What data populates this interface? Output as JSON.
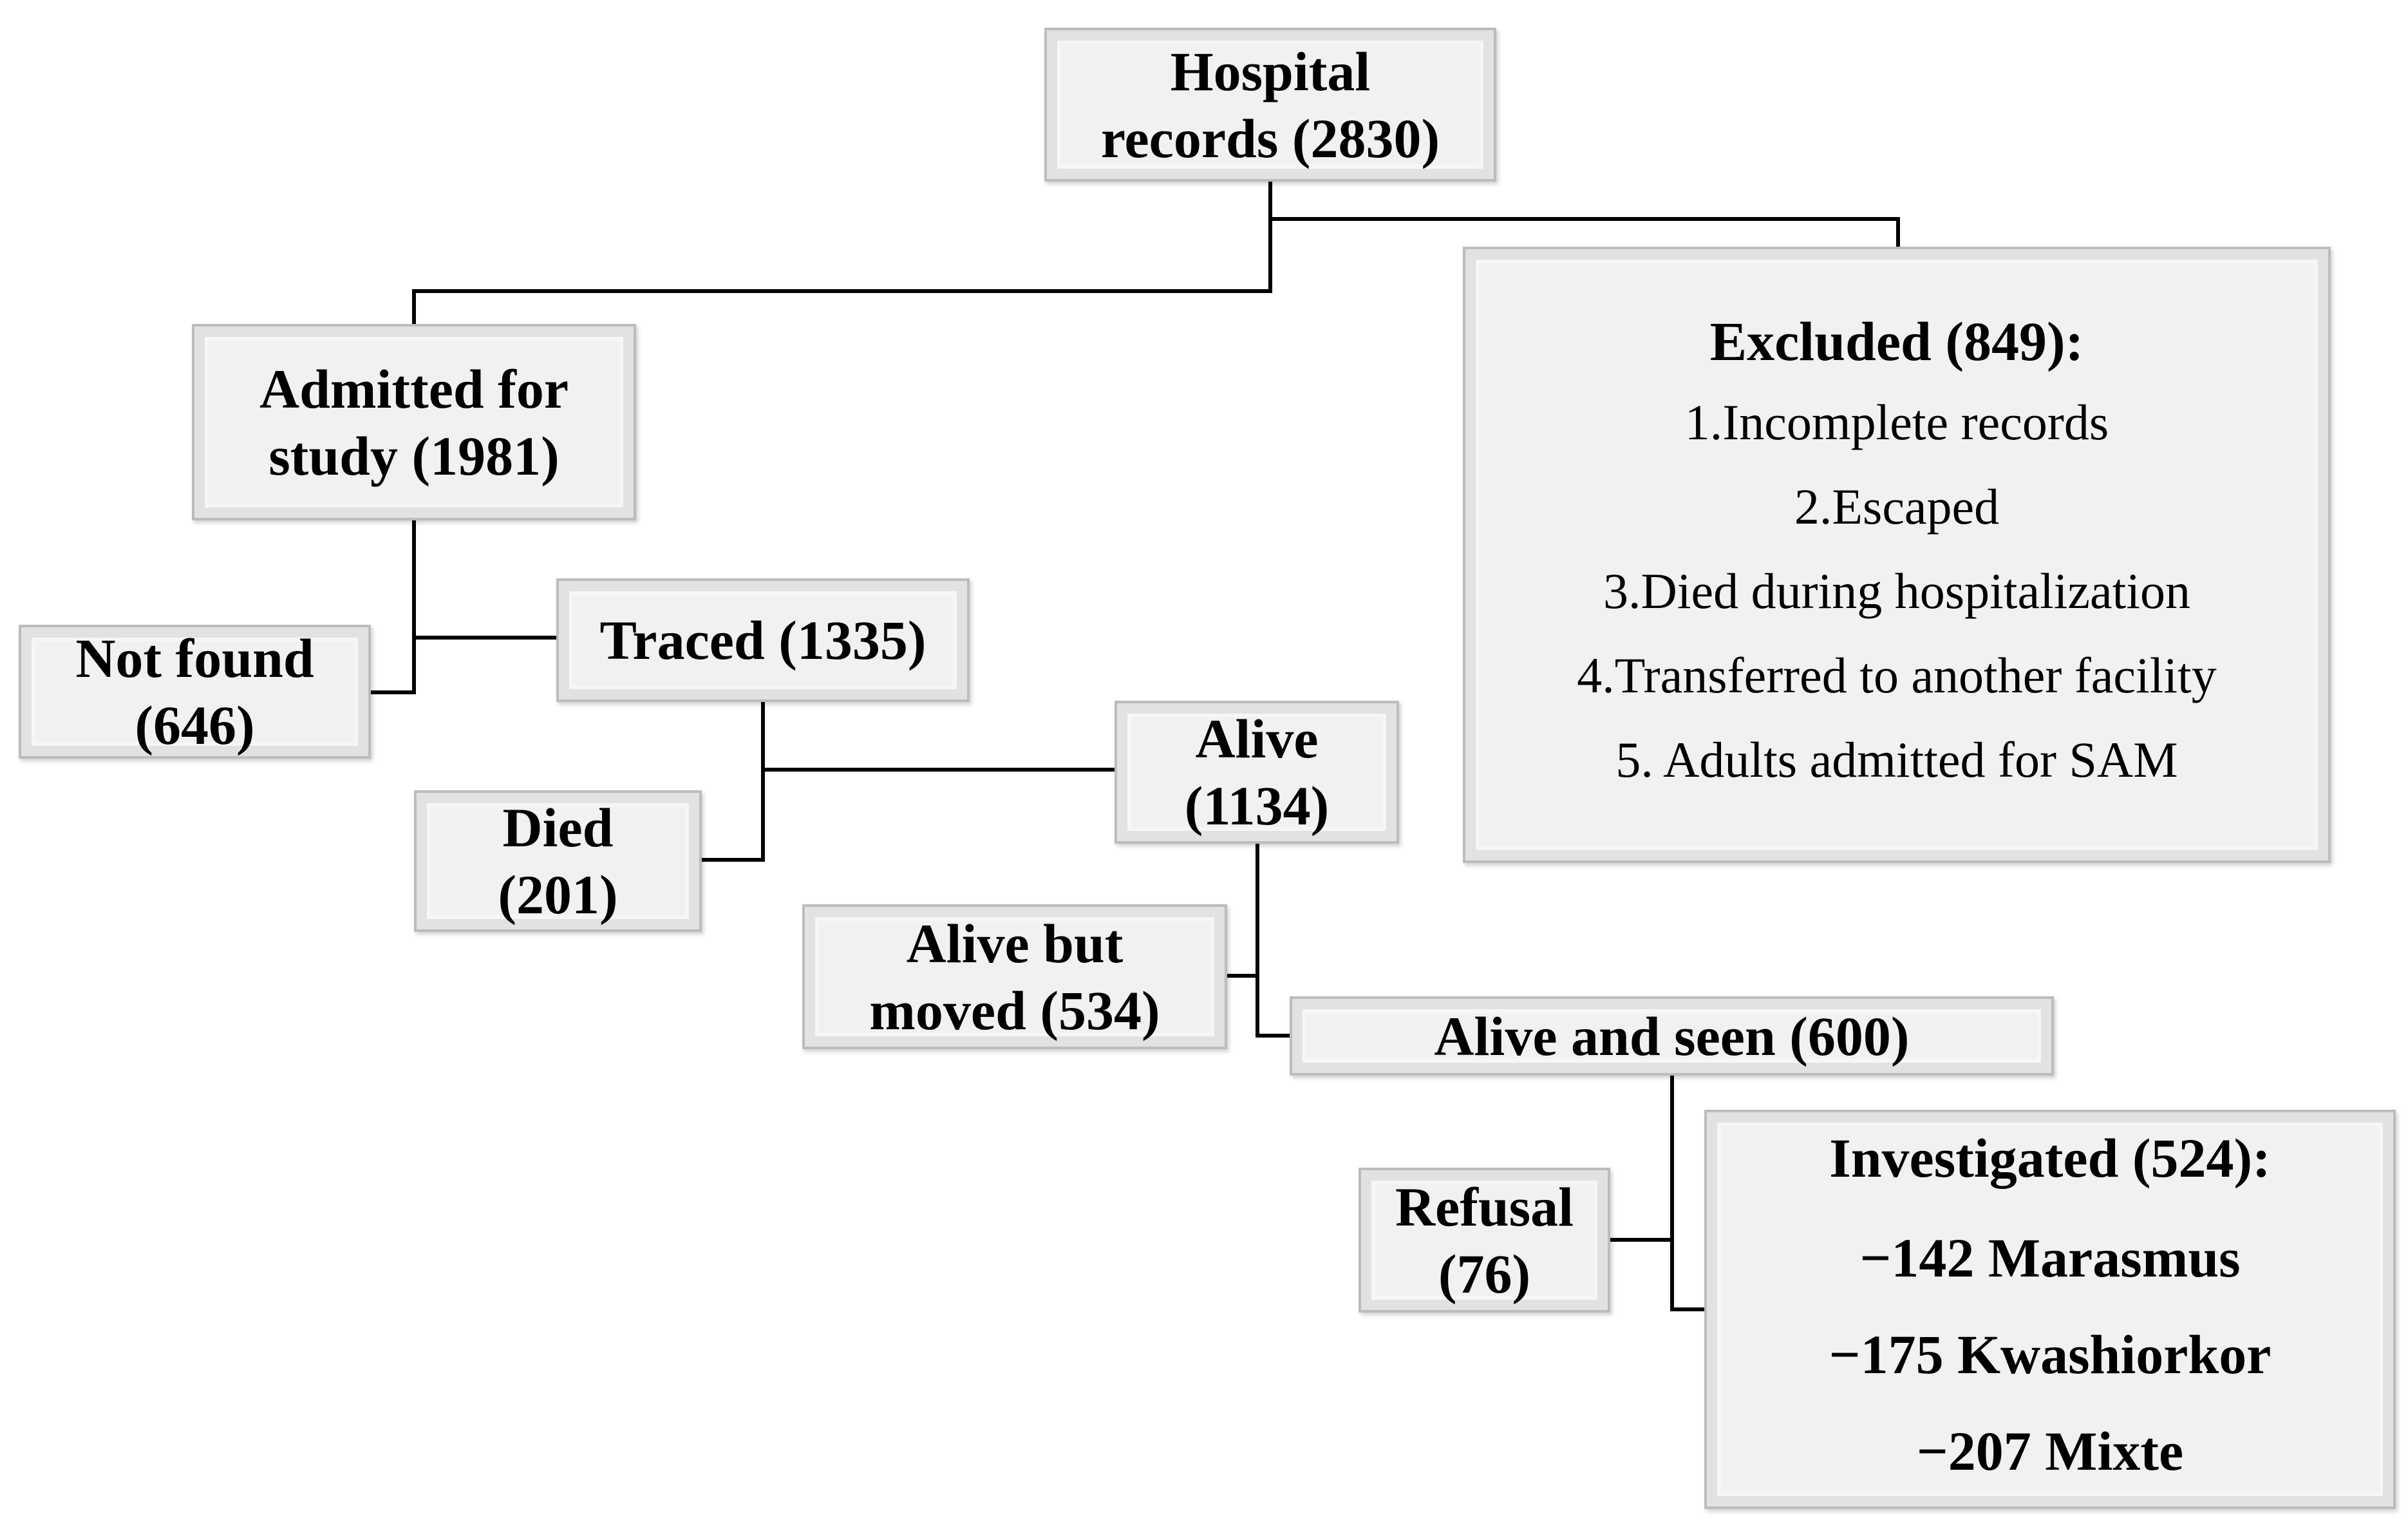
{
  "hospital_records": {
    "line1": "Hospital",
    "line2": "records (2830)"
  },
  "admitted": {
    "line1": "Admitted for",
    "line2": "study (1981)"
  },
  "not_found": {
    "line1": "Not found",
    "line2": "(646)"
  },
  "traced": {
    "label": "Traced (1335)"
  },
  "died": {
    "line1": "Died",
    "line2": "(201)"
  },
  "alive": {
    "line1": "Alive",
    "line2": "(1134)"
  },
  "alive_moved": {
    "line1": "Alive but",
    "line2": "moved (534)"
  },
  "alive_seen": {
    "label": "Alive and seen (600)"
  },
  "refusal": {
    "line1": "Refusal",
    "line2": "(76)"
  },
  "excluded": {
    "title": "Excluded (849):",
    "items": [
      "1.Incomplete records",
      "2.Escaped",
      "3.Died during hospitalization",
      "4.Transferred to another facility",
      "5. Adults admitted for SAM"
    ]
  },
  "investigated": {
    "title": "Investigated (524):",
    "items": [
      "−142 Marasmus",
      "−175 Kwashiorkor",
      "−207 Mixte"
    ]
  }
}
